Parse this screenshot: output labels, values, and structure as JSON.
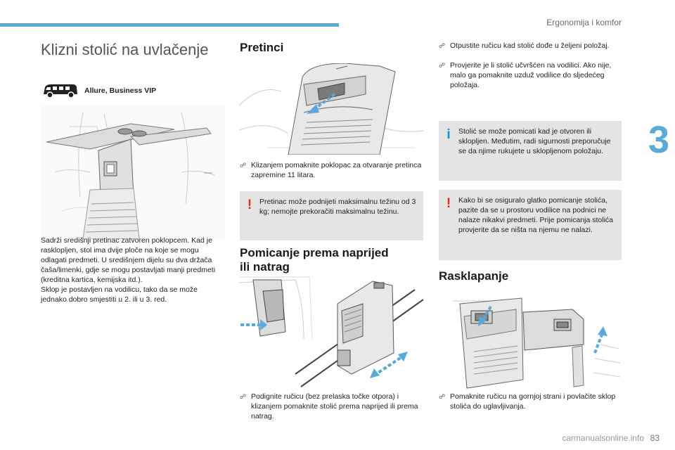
{
  "header": {
    "section_label": "Ergonomija i komfor",
    "chapter_number": "3"
  },
  "colors": {
    "accent_bar": "#5aa9d6",
    "warning": "#e3262b",
    "info": "#1e8fd6",
    "note_bg": "#e4e4e4"
  },
  "left": {
    "title": "Klizni stolić na uvlačenje",
    "versions_bold1": "Allure",
    "versions_sep": ", ",
    "versions_bold2": "Business VIP",
    "van_icon": "van-icon",
    "description": "Sadrži središnji pretinac zatvoren poklopcem. Kad je rasklopljen, stol ima dvije ploče na koje se mogu odlagati predmeti. U središnjem dijelu su dva držača čaša/limenki, gdje se mogu postavljati manji predmeti (kreditna kartica, kemijska itd.).",
    "description2": "Sklop je postavljen na vodilicu, tako da se može jednako dobro smjestiti u 2. ili u 3. red."
  },
  "middle": {
    "pretinci_heading": "Pretinci",
    "pretinci_bullet": "Klizanjem pomaknite poklopac za otvaranje pretinca zapremine 11 litara.",
    "warning_note": "Pretinac može podnijeti maksimalnu težinu od 3 kg; nemojte prekoračiti maksimalnu težinu.",
    "move_heading_line1": "Pomicanje prema naprijed",
    "move_heading_line2": "ili natrag",
    "move_bullet": "Podignite ručicu (bez prelaska točke otpora) i klizanjem pomaknite stolić prema naprijed ili prema natrag."
  },
  "right": {
    "bullet1": "Otpustite ručicu kad stolić dođe u željeni položaj.",
    "bullet2": "Provjerite je li stolić učvršćen na vodilici. Ako nije, malo ga pomaknite uzduž vodilice do sljedećeg položaja.",
    "info_note": "Stolić se može pomicati kad je otvoren ili sklopljen. Međutim, radi sigurnosti preporučuje se da njime rukujete u sklopljenom položaju.",
    "warning_note": "Kako bi se osiguralo glatko pomicanje stolića, pazite da se u prostoru vodilice na podnici ne nalaze nikakvi predmeti. Prije pomicanja stolića provjerite da se ništa na njemu ne nalazi.",
    "unfold_heading": "Rasklapanje",
    "unfold_bullet": "Pomaknite ručicu na gornjoj strani i povlačite sklop stolića do uglavljivanja."
  },
  "footer": {
    "watermark": "carmanualsonline.info",
    "page_number": "83"
  }
}
